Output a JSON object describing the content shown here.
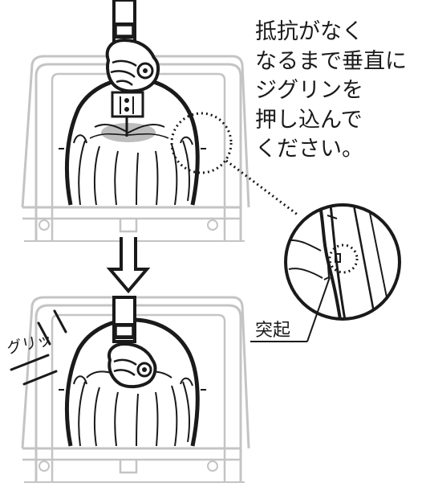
{
  "instruction": {
    "lines": [
      "抵抗がなく",
      "なるまで垂直に",
      "ジグリンを",
      "押し込んで",
      "ください。"
    ]
  },
  "labels": {
    "protrusion": "突起",
    "sound_effect": "グリッ"
  },
  "colors": {
    "outline": "#1a1a1a",
    "container_outline": "#c4c4c4",
    "shadow": "#bdbdbd"
  },
  "icons": [
    "down-arrow-icon",
    "hand-icon",
    "magnifier-circle-icon"
  ]
}
